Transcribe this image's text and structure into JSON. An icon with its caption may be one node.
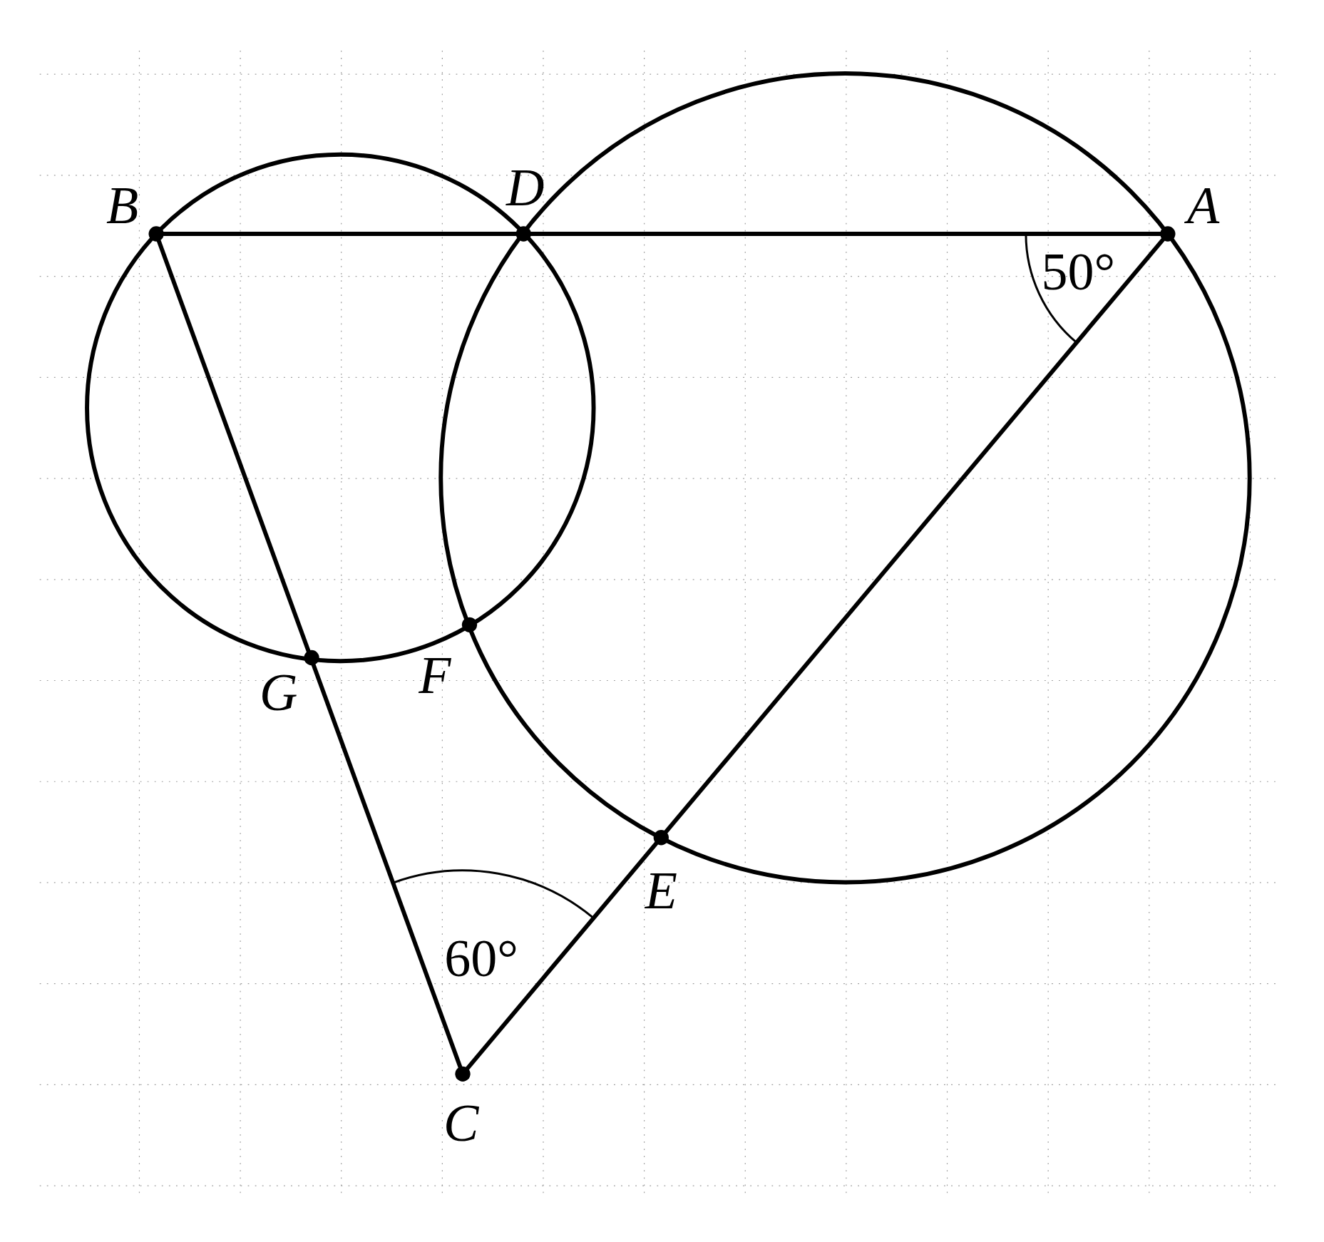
{
  "diagram": {
    "labels": [
      "B",
      "D",
      "A",
      "50°",
      "G",
      "F",
      "E",
      "60°",
      "C"
    ]
  }
}
